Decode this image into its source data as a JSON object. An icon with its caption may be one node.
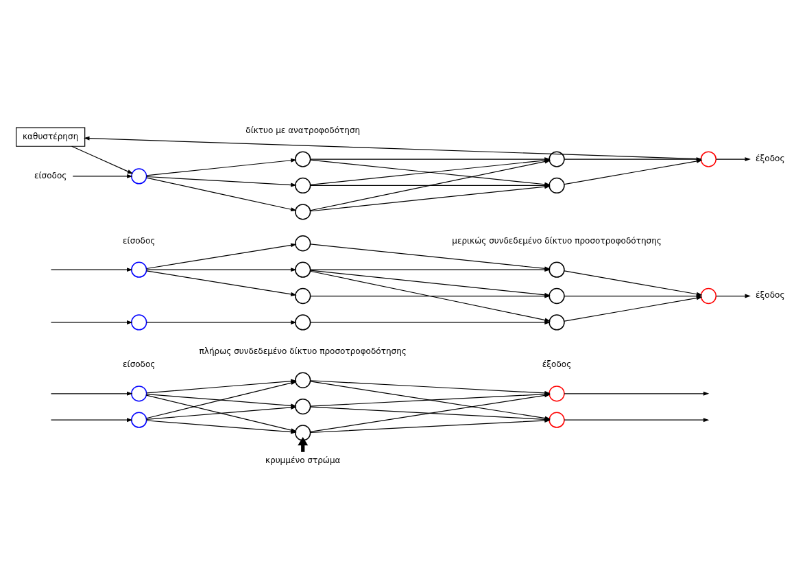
{
  "diagram": {
    "nodes": [
      {
        "text": [
          "κρυμμένο στρώμα"
        ]
      },
      {
        "text": [],
        "shape": "circle"
      },
      {
        "text": [],
        "shape": "circle"
      },
      {
        "text": [],
        "shape": "circle"
      },
      {
        "text": [],
        "shape": "circle"
      },
      {
        "text": [],
        "shape": "circle"
      },
      {
        "text": [],
        "shape": "circle"
      },
      {
        "text": [],
        "shape": "circle"
      },
      {
        "text": [],
        "shape": "circle"
      },
      {
        "text": [],
        "shape": "circle"
      },
      {
        "text": [],
        "shape": "circle"
      },
      {
        "text": [],
        "shape": "circle"
      },
      {
        "text": [],
        "shape": "circle"
      },
      {
        "text": [],
        "shape": "circle"
      },
      {
        "text": [],
        "shape": "circle"
      },
      {
        "text": [],
        "shape": "circle"
      },
      {
        "text": [],
        "shape": "circle"
      },
      {
        "text": [],
        "shape": "circle"
      },
      {
        "text": [
          "έξοδος"
        ]
      },
      {
        "text": [
          "καθυστέρηση"
        ]
      },
      {
        "text": [
          "είσοδος"
        ]
      },
      {
        "text": [],
        "shape": "circle"
      },
      {
        "text": [],
        "shape": "circle"
      },
      {
        "text": [],
        "shape": "circle"
      },
      {
        "text": [],
        "shape": "circle"
      },
      {
        "text": [],
        "shape": "circle"
      },
      {
        "text": [],
        "shape": "circle"
      },
      {
        "text": [],
        "shape": "circle"
      },
      {
        "text": [
          "έξοδος"
        ]
      }
    ],
    "edges": [
      {
        "from": null,
        "to": 1,
        "arrow": "to"
      },
      {
        "from": null,
        "to": 2,
        "arrow": "to"
      },
      {
        "from": 0,
        "to": 3,
        "arrow": "to",
        "style": "thick"
      },
      {
        "from": 1,
        "to": 3,
        "arrow": "to"
      },
      {
        "from": 1,
        "to": 4,
        "arrow": "to"
      },
      {
        "from": 1,
        "to": 5,
        "arrow": "to"
      },
      {
        "from": 2,
        "to": 3,
        "arrow": "to"
      },
      {
        "from": 2,
        "to": 4,
        "arrow": "to"
      },
      {
        "from": 2,
        "to": 5,
        "arrow": "to"
      },
      {
        "from": 3,
        "to": 6,
        "arrow": "to"
      },
      {
        "from": 3,
        "to": 7,
        "arrow": "to"
      },
      {
        "from": 4,
        "to": 6,
        "arrow": "to"
      },
      {
        "from": 4,
        "to": 7,
        "arrow": "to"
      },
      {
        "from": 5,
        "to": 6,
        "arrow": "to"
      },
      {
        "from": 5,
        "to": 7,
        "arrow": "to"
      },
      {
        "from": 6,
        "to": null,
        "arrow": "to"
      },
      {
        "from": 7,
        "to": null,
        "arrow": "to"
      },
      {
        "from": null,
        "to": 8,
        "arrow": "to"
      },
      {
        "from": null,
        "to": 9,
        "arrow": "to"
      },
      {
        "from": 8,
        "to": 10,
        "arrow": "to"
      },
      {
        "from": 8,
        "to": 11,
        "arrow": "to"
      },
      {
        "from": 8,
        "to": 13,
        "arrow": "to"
      },
      {
        "from": 9,
        "to": 12,
        "arrow": "to"
      },
      {
        "from": 10,
        "to": 14,
        "arrow": "to"
      },
      {
        "from": 11,
        "to": 14,
        "arrow": "to"
      },
      {
        "from": 11,
        "to": 15,
        "arrow": "to"
      },
      {
        "from": 11,
        "to": 16,
        "arrow": "to"
      },
      {
        "from": 12,
        "to": 15,
        "arrow": "to"
      },
      {
        "from": 13,
        "to": 16,
        "arrow": "to"
      },
      {
        "from": 14,
        "to": 17,
        "arrow": "to"
      },
      {
        "from": 15,
        "to": 17,
        "arrow": "to"
      },
      {
        "from": 16,
        "to": 17,
        "arrow": "to"
      },
      {
        "from": 17,
        "to": 18,
        "arrow": "to"
      },
      {
        "from": 20,
        "to": 21,
        "arrow": "to"
      },
      {
        "from": 21,
        "to": 22,
        "arrow": "to"
      },
      {
        "from": 21,
        "to": 23,
        "arrow": "to"
      },
      {
        "from": 21,
        "to": 24,
        "arrow": "to"
      },
      {
        "from": 22,
        "to": 25,
        "arrow": "to"
      },
      {
        "from": 22,
        "to": 26,
        "arrow": "to"
      },
      {
        "from": 23,
        "to": 25,
        "arrow": "to"
      },
      {
        "from": 23,
        "to": 26,
        "arrow": "to"
      },
      {
        "from": 24,
        "to": 25,
        "arrow": "to"
      },
      {
        "from": 24,
        "to": 26,
        "arrow": "to"
      },
      {
        "from": 25,
        "to": 27,
        "arrow": "to"
      },
      {
        "from": 26,
        "to": 27,
        "arrow": "to"
      },
      {
        "from": 27,
        "to": 28,
        "arrow": "to"
      },
      {
        "from": 27,
        "to": 19,
        "arrow": "to"
      },
      {
        "from": 19,
        "to": 21,
        "arrow": "to"
      }
    ],
    "labels": [
      "είσοδος",
      "έξοδος",
      "πλήρως συνδεδεμένο δίκτυο προσοτροφοδότησης",
      "είσοδος",
      "μερικώς συνδεδεμένο δίκτυο προσοτροφοδότησης",
      "δίκτυο με ανατροφοδότηση"
    ]
  }
}
